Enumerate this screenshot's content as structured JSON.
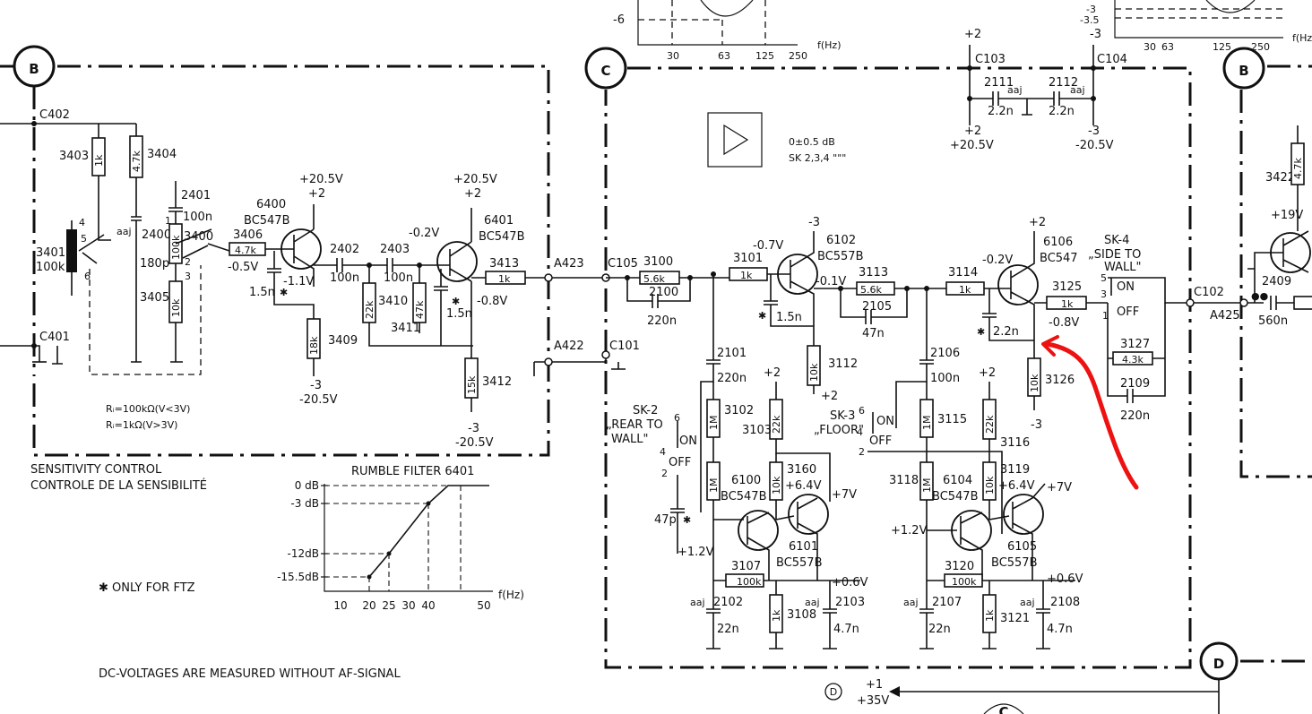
{
  "sections": {
    "b": "B",
    "c": "C",
    "d": "D",
    "d_small": "D",
    "c_bottom": "C"
  },
  "nodes": {
    "c402": "C402",
    "c401": "C401",
    "c103": "C103",
    "c104": "C104",
    "c105": "C105",
    "c101": "C101",
    "c102": "C102",
    "a423": "A423",
    "a422": "A422",
    "a425": "A425"
  },
  "resistors": {
    "r3403": {
      "ref": "3403",
      "val": "1k"
    },
    "r3404": {
      "ref": "3404",
      "val": "4.7k"
    },
    "r3400": {
      "ref": "3400",
      "val": "100k"
    },
    "r3405": {
      "ref": "3405",
      "val": "10k"
    },
    "r3401": {
      "ref": "3401",
      "val": "100k"
    },
    "r3406": {
      "ref": "3406",
      "val": "4.7k"
    },
    "r3409": {
      "ref": "3409",
      "val": "18k"
    },
    "r3410": {
      "ref": "3410",
      "val": "22k"
    },
    "r3411": {
      "ref": "3411",
      "val": "47k"
    },
    "r3413": {
      "ref": "3413",
      "val": "1k"
    },
    "r3412": {
      "ref": "3412",
      "val": "15k"
    },
    "r3100": {
      "ref": "3100",
      "val": "5.6k"
    },
    "r3101": {
      "ref": "3101",
      "val": "1k"
    },
    "r3113": {
      "ref": "3113",
      "val": "5.6k"
    },
    "r3112": {
      "ref": "3112",
      "val": "10k"
    },
    "r3114": {
      "ref": "3114",
      "val": "1k"
    },
    "r3125": {
      "ref": "3125",
      "val": "1k"
    },
    "r3126": {
      "ref": "3126",
      "val": "10k"
    },
    "r3127": {
      "ref": "3127",
      "val": "4.3k"
    },
    "r3102": {
      "ref": "3102",
      "val": "1M"
    },
    "r3103": {
      "ref": "3103",
      "val": "22k"
    },
    "r3160": {
      "ref": "3160",
      "val": "10k"
    },
    "r3107": {
      "ref": "3107",
      "val": "100k"
    },
    "r3108": {
      "ref": "3108",
      "val": "1k"
    },
    "r3115": {
      "ref": "3115",
      "val": "1M"
    },
    "r3116": {
      "ref": "3116",
      "val": "22k"
    },
    "r3118": {
      "ref": "3118",
      "val": "1M"
    },
    "r3119": {
      "ref": "3119",
      "val": "10k"
    },
    "r3120": {
      "ref": "3120",
      "val": "100k"
    },
    "r3121": {
      "ref": "3121",
      "val": "1k"
    },
    "r3422": {
      "ref": "3422",
      "val": "4.7k"
    }
  },
  "capacitors": {
    "c2401": {
      "ref": "2401",
      "val": "100n"
    },
    "c2400": {
      "ref": "2400",
      "val": "180p"
    },
    "c2402": {
      "ref": "2402",
      "val": "100n"
    },
    "c2403": {
      "ref": "2403",
      "val": "100n"
    },
    "c1n5a": "1.5n",
    "c1n5b": "1.5n",
    "c2111": {
      "ref": "2111",
      "val": "2.2n"
    },
    "c2112": {
      "ref": "2112",
      "val": "2.2n"
    },
    "c2100": {
      "ref": "2100",
      "val": "220n"
    },
    "c1n5c": "1.5n",
    "c2105": {
      "ref": "2105",
      "val": "47n"
    },
    "c2n2": "2.2n",
    "c2101": {
      "ref": "2101",
      "val": "220n"
    },
    "c2106": {
      "ref": "2106",
      "val": "100n"
    },
    "c2109": {
      "ref": "2109",
      "val": "220n"
    },
    "c47p": "47p",
    "c2102": {
      "ref": "2102",
      "val": "22n"
    },
    "c2103": {
      "ref": "2103",
      "val": "4.7n"
    },
    "c2107": {
      "ref": "2107",
      "val": "22n"
    },
    "c2108": {
      "ref": "2108",
      "val": "4.7n"
    },
    "c2409": {
      "ref": "2409",
      "val": "560n"
    }
  },
  "transistors": {
    "t6400": {
      "ref": "6400",
      "type": "BC547B"
    },
    "t6401": {
      "ref": "6401",
      "type": "BC547B"
    },
    "t6102": {
      "ref": "6102",
      "type": "BC557B"
    },
    "t6106": {
      "ref": "6106",
      "type": "BC547"
    },
    "t6100": {
      "ref": "6100",
      "type": "BC547B"
    },
    "t6101": {
      "ref": "6101",
      "type": "BC557B"
    },
    "t6104": {
      "ref": "6104",
      "type": "BC547B"
    },
    "t6105": {
      "ref": "6105",
      "type": "BC557B"
    }
  },
  "voltages": {
    "v20_5": "+20.5V",
    "vp2": "+2",
    "vm3": "-3",
    "vm20_5": "-20.5V",
    "vm0_5": "-0.5V",
    "vm1_1": "-1.1V",
    "vm0_2": "-0.2V",
    "vm0_8": "-0.8V",
    "vm0_7": "-0.7V",
    "vm0_1": "-0.1V",
    "vm0_2b": "-0.2V",
    "vm0_8b": "-0.8V",
    "vp1_2": "+1.2V",
    "vp6_4": "+6.4V",
    "vp7": "+7V",
    "vp0_6": "+0.6V",
    "vp19": "+19V",
    "vp1": "+1",
    "vp35": "+35V"
  },
  "switches": {
    "sk2": {
      "name": "SK-2",
      "desc1": "„REAR TO",
      "desc2": "WALL\""
    },
    "sk3": {
      "name": "SK-3",
      "desc1": "„FLOOR\""
    },
    "sk4": {
      "name": "SK-4",
      "desc1": "„SIDE TO",
      "desc2": "WALL\""
    },
    "on": "ON",
    "off": "OFF"
  },
  "notes": {
    "sensitivity_1": "SENSITIVITY CONTROL",
    "sensitivity_2": "CONTROLE DE LA SENSIBILITÉ",
    "ri_1": "Rᵢ=100kΩ(V<3V)",
    "ri_2": "Rᵢ=1kΩ(V>3V)",
    "ftz": "✱ ONLY FOR FTZ",
    "dc": "DC-VOLTAGES ARE MEASURED WITHOUT AF-SIGNAL",
    "gain_1": "0±0.5 dB",
    "gain_2": "SK 2,3,4 \"\"\"",
    "aaj": "aaj"
  },
  "chart_data": [
    {
      "type": "line",
      "title": "RUMBLE FILTER 6401",
      "xlabel": "f(Hz)",
      "ylabel": "",
      "x_ticks": [
        "10",
        "20",
        "25",
        "30",
        "40",
        "50"
      ],
      "y_ticks": [
        "0 dB",
        "-3 dB",
        "-12dB",
        "-15.5dB"
      ],
      "series": [
        {
          "x": [
            20,
            25,
            40,
            44,
            55
          ],
          "y": [
            -15.5,
            -12,
            -3,
            0,
            0
          ]
        }
      ]
    },
    {
      "type": "line",
      "title": "",
      "xlabel": "f(Hz)",
      "x_ticks": [
        "30",
        "63",
        "125",
        "250"
      ],
      "y_ticks": [
        "-6"
      ]
    },
    {
      "type": "line",
      "title": "",
      "xlabel": "f(Hz)",
      "x_ticks": [
        "30",
        "63",
        "125",
        "250"
      ],
      "y_ticks": [
        "-3",
        "-3.5"
      ]
    }
  ]
}
